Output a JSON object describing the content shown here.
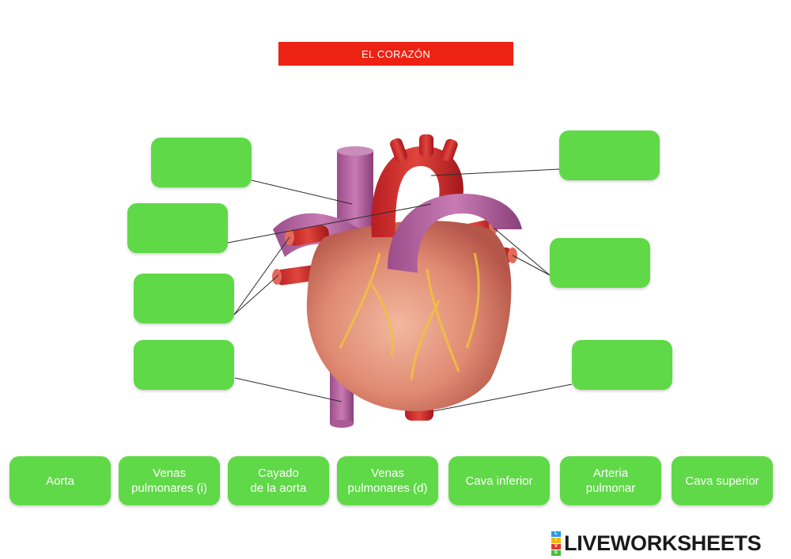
{
  "header": {
    "title": "EL CORAZÓN"
  },
  "dropzones": [
    "",
    "",
    "",
    "",
    "",
    "",
    "",
    ""
  ],
  "word_bank": [
    "Aorta",
    "Venas\npulmonares (i)",
    "Cayado\nde la aorta",
    "Venas\npulmonares (d)",
    "Cava inferior",
    "Arteria\npulmonar",
    "Cava superior"
  ],
  "brand": {
    "text": "LIVEWORKSHEETS",
    "logo_letters": [
      "L",
      "I",
      "V",
      "E"
    ]
  },
  "colors": {
    "title_bg": "#ee2212",
    "box_green": "#5fd947",
    "heart_body": "#e08a72",
    "vein_purple": "#b0609a",
    "artery_red": "#d42a2a"
  }
}
